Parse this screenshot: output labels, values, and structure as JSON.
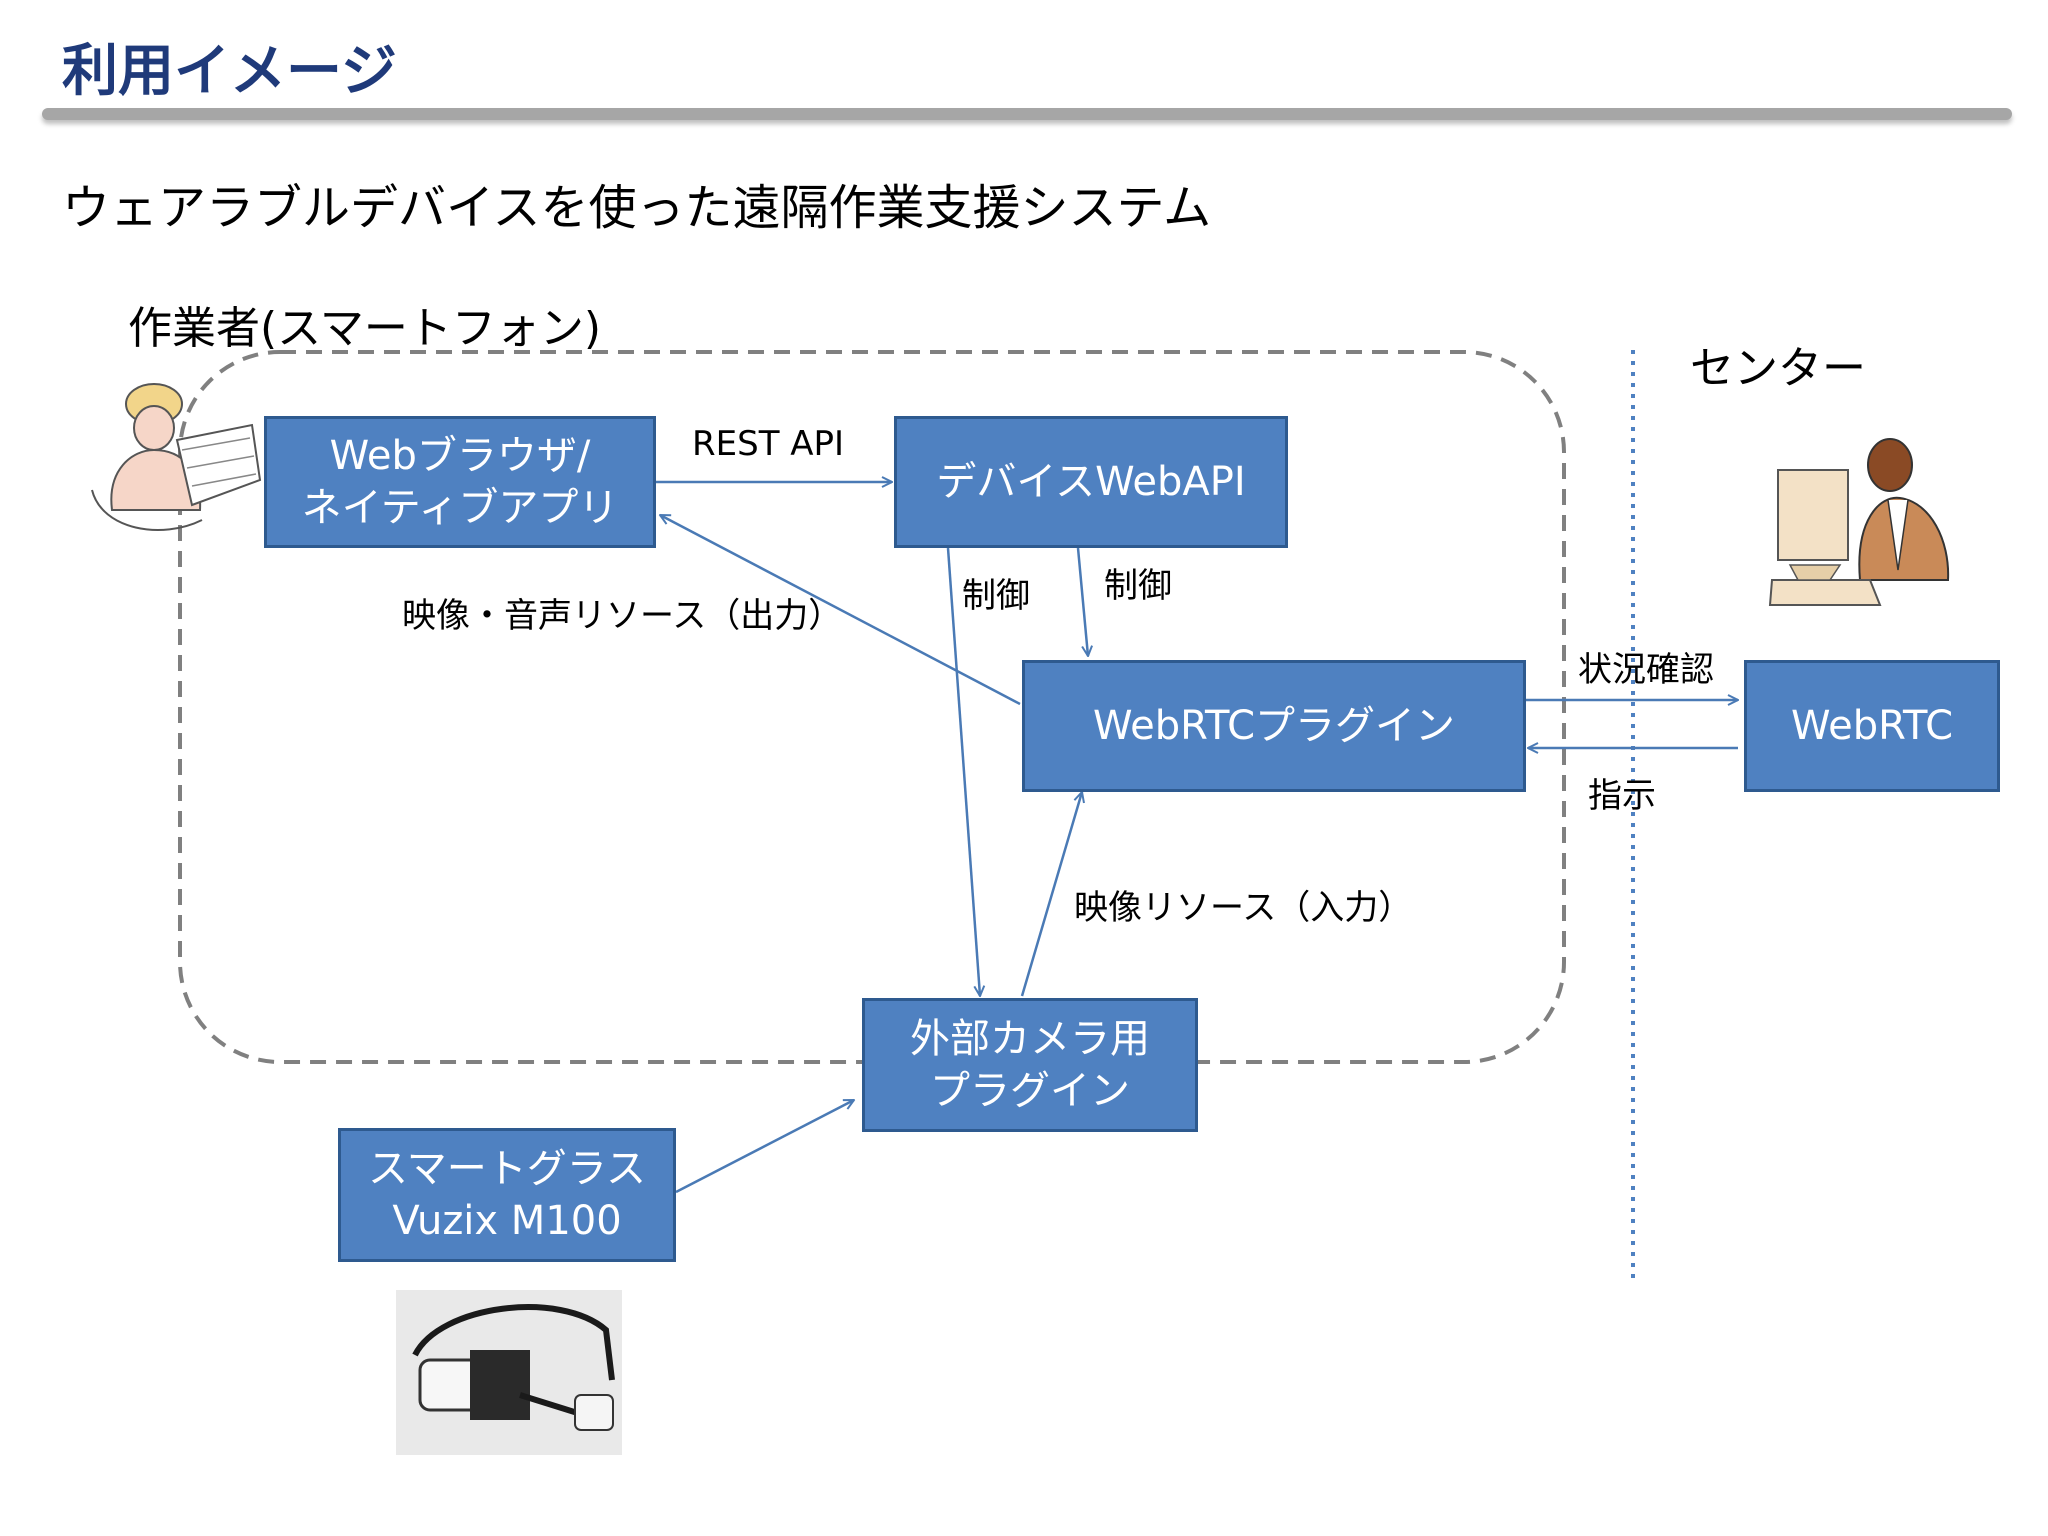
{
  "title": "利用イメージ",
  "subtitle": "ウェアラブルデバイスを使った遠隔作業支援システム",
  "worker_label": "作業者(スマートフォン)",
  "center_label": "センター",
  "boxes": {
    "browser": [
      "Webブラウザ/",
      "ネイティブアプリ"
    ],
    "device_api": "デバイスWebAPI",
    "webrtc_plugin": "WebRTCプラグイン",
    "camera_plugin": [
      "外部カメラ用",
      "プラグイン"
    ],
    "smart_glass": [
      "スマートグラス",
      "Vuzix M100"
    ],
    "webrtc": "WebRTC"
  },
  "edge_labels": {
    "rest_api": "REST API",
    "control_left": "制御",
    "control_right": "制御",
    "av_output": "映像・音声リソース（出力）",
    "video_input": "映像リソース（入力）",
    "status_check": "状況確認",
    "instruction": "指示"
  },
  "colors": {
    "box_fill": "#4f81c1",
    "box_border": "#2e5a8f",
    "arrow": "#4a7ab5",
    "title": "#1f3a7a"
  },
  "icons": [
    "worker-icon",
    "operator-icon",
    "smart-glasses-photo"
  ]
}
